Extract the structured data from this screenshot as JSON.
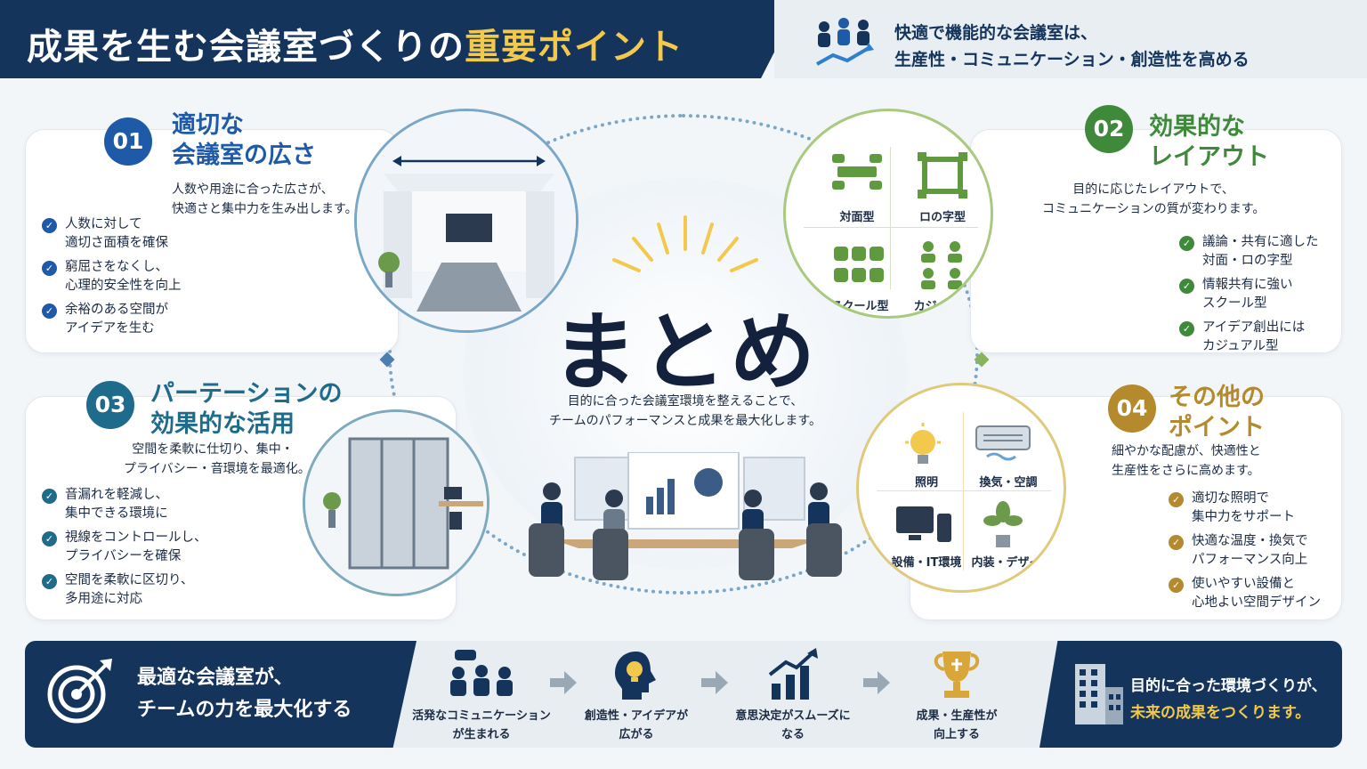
{
  "header": {
    "title_main": "成果を生む会議室づくりの",
    "title_highlight": "重要ポイント",
    "subtitle_line1": "快適で機能的な会議室は、",
    "subtitle_line2": "生産性・コミュニケーション・創造性を高める"
  },
  "center": {
    "title": "まとめ",
    "desc_line1": "目的に合った会議室環境を整えることで、",
    "desc_line2": "チームのパフォーマンスと成果を最大化します。"
  },
  "points": [
    {
      "number": "01",
      "title_line1": "適切な",
      "title_line2": "会議室の広さ",
      "desc_line1": "人数や用途に合った広さが、",
      "desc_line2": "快適さと集中力を生み出します。",
      "checks": [
        {
          "line1": "人数に対して",
          "line2": "適切さ面積を確保"
        },
        {
          "line1": "窮屈さをなくし、",
          "line2": "心理的安全性を向上"
        },
        {
          "line1": "余裕のある空間が",
          "line2": "アイデアを生む"
        }
      ],
      "color": "#1f5aa8"
    },
    {
      "number": "02",
      "title_line1": "効果的な",
      "title_line2": "レイアウト",
      "desc_line1": "目的に応じたレイアウトで、",
      "desc_line2": "コミュニケーションの質が変わります。",
      "checks": [
        {
          "line1": "議論・共有に適した",
          "line2": "対面・ロの字型"
        },
        {
          "line1": "情報共有に強い",
          "line2": "スクール型"
        },
        {
          "line1": "アイデア創出には",
          "line2": "カジュアル型"
        }
      ],
      "layouts": [
        "対面型",
        "ロの字型",
        "スクール型",
        "カジュアル型"
      ],
      "color": "#3f8a3a"
    },
    {
      "number": "03",
      "title_line1": "パーテーションの",
      "title_line2": "効果的な活用",
      "desc_line1": "空間を柔軟に仕切り、集中・",
      "desc_line2": "プライバシー・音環境を最適化。",
      "checks": [
        {
          "line1": "音漏れを軽減し、",
          "line2": "集中できる環境に"
        },
        {
          "line1": "視線をコントロールし、",
          "line2": "プライバシーを確保"
        },
        {
          "line1": "空間を柔軟に区切り、",
          "line2": "多用途に対応"
        }
      ],
      "color": "#1e6b8c"
    },
    {
      "number": "04",
      "title_line1": "その他の",
      "title_line2": "ポイント",
      "desc_line1": "細やかな配慮が、快適性と",
      "desc_line2": "生産性をさらに高めます。",
      "checks": [
        {
          "line1": "適切な照明で",
          "line2": "集中力をサポート"
        },
        {
          "line1": "快適な温度・換気で",
          "line2": "パフォーマンス向上"
        },
        {
          "line1": "使いやすい設備と",
          "line2": "心地よい空間デザイン"
        }
      ],
      "items": [
        "照明",
        "換気・空調",
        "設備・IT環境",
        "内装・デザイン"
      ],
      "color": "#b48a2c"
    }
  ],
  "bottom": {
    "left_line1": "最適な会議室が、",
    "left_line2": "チームの力を最大化する",
    "steps": [
      {
        "line1": "活発なコミュニケーション",
        "line2": "が生まれる"
      },
      {
        "line1": "創造性・アイデアが",
        "line2": "広がる"
      },
      {
        "line1": "意思決定がスムーズに",
        "line2": "なる"
      },
      {
        "line1": "成果・生産性が",
        "line2": "向上する"
      }
    ],
    "right_line1": "目的に合った環境づくりが、",
    "right_line2": "未来の成果をつくります。"
  },
  "colors": {
    "navy": "#14345c",
    "accent_gold": "#f2c94c",
    "blue": "#1f5aa8",
    "green": "#3f8a3a",
    "teal": "#1e6b8c",
    "gold": "#b48a2c"
  }
}
